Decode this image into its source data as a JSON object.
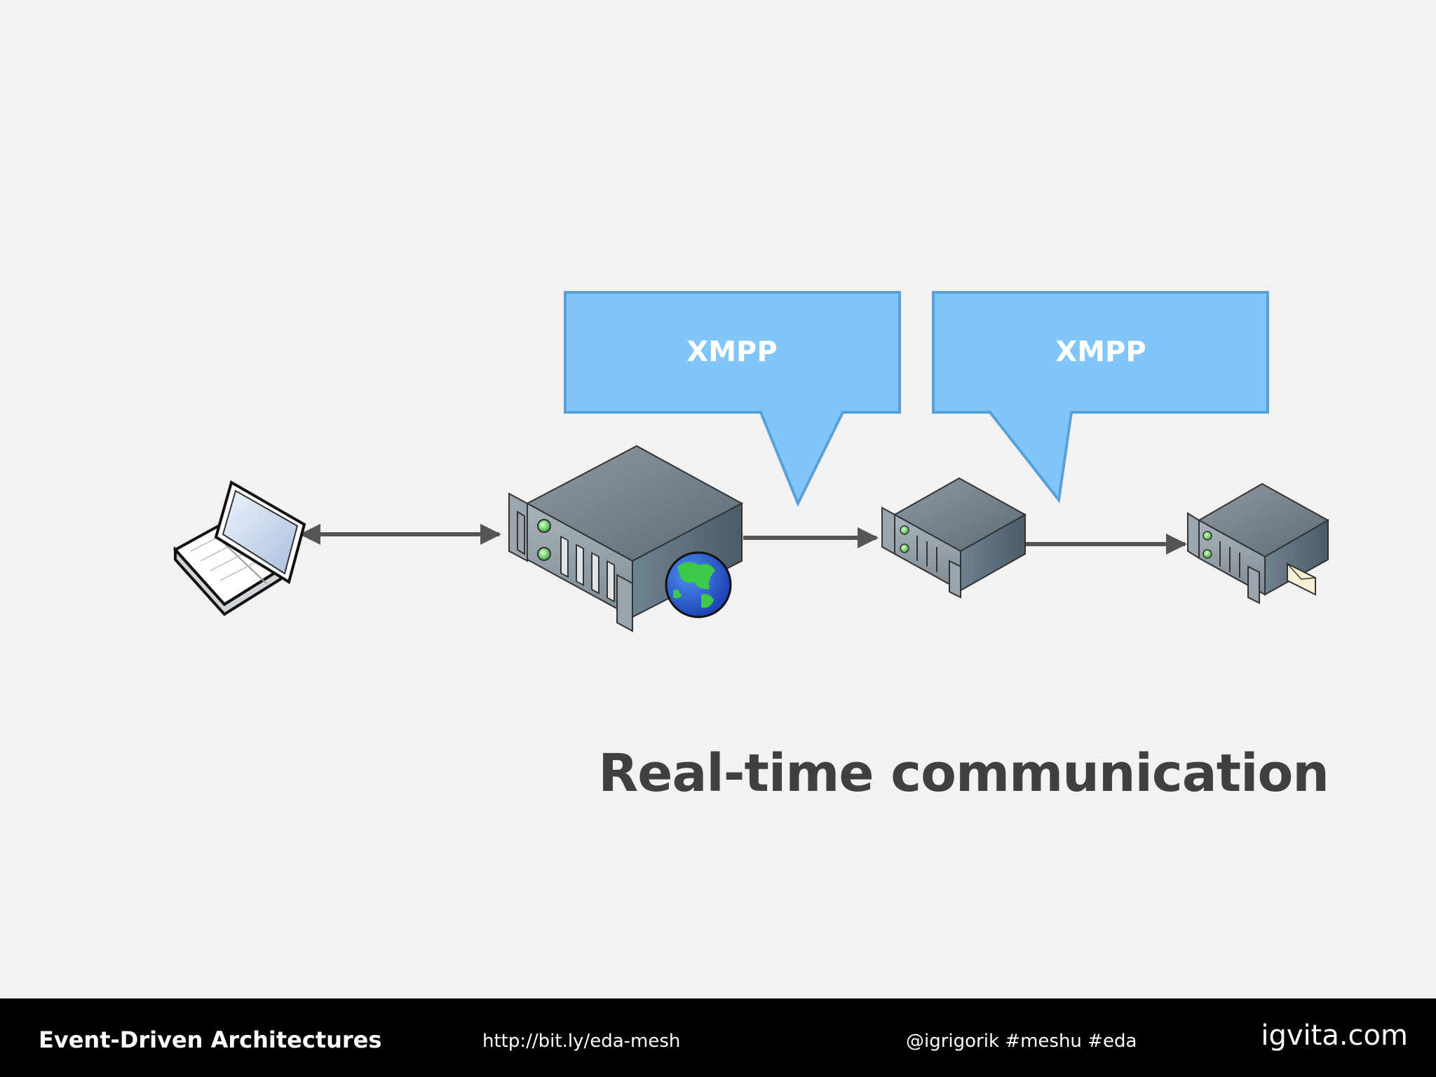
{
  "slide": {
    "callouts": [
      {
        "label": "XMPP"
      },
      {
        "label": "XMPP"
      }
    ],
    "title": "Real-time communication"
  },
  "footer": {
    "left": "Event-Driven Architectures",
    "url": "http://bit.ly/eda-mesh",
    "tags": "@igrigorik #meshu #eda",
    "brand": "igvita.com"
  },
  "colors": {
    "callout_fill": "#80c6fb",
    "callout_stroke": "#5aa0d8",
    "arrow": "#555555",
    "title": "#404040",
    "background": "#f2f2f3",
    "footer": "#000000"
  },
  "icons": [
    "laptop-icon",
    "web-server-icon",
    "globe-icon",
    "server-icon",
    "mail-server-icon",
    "envelope-icon"
  ]
}
